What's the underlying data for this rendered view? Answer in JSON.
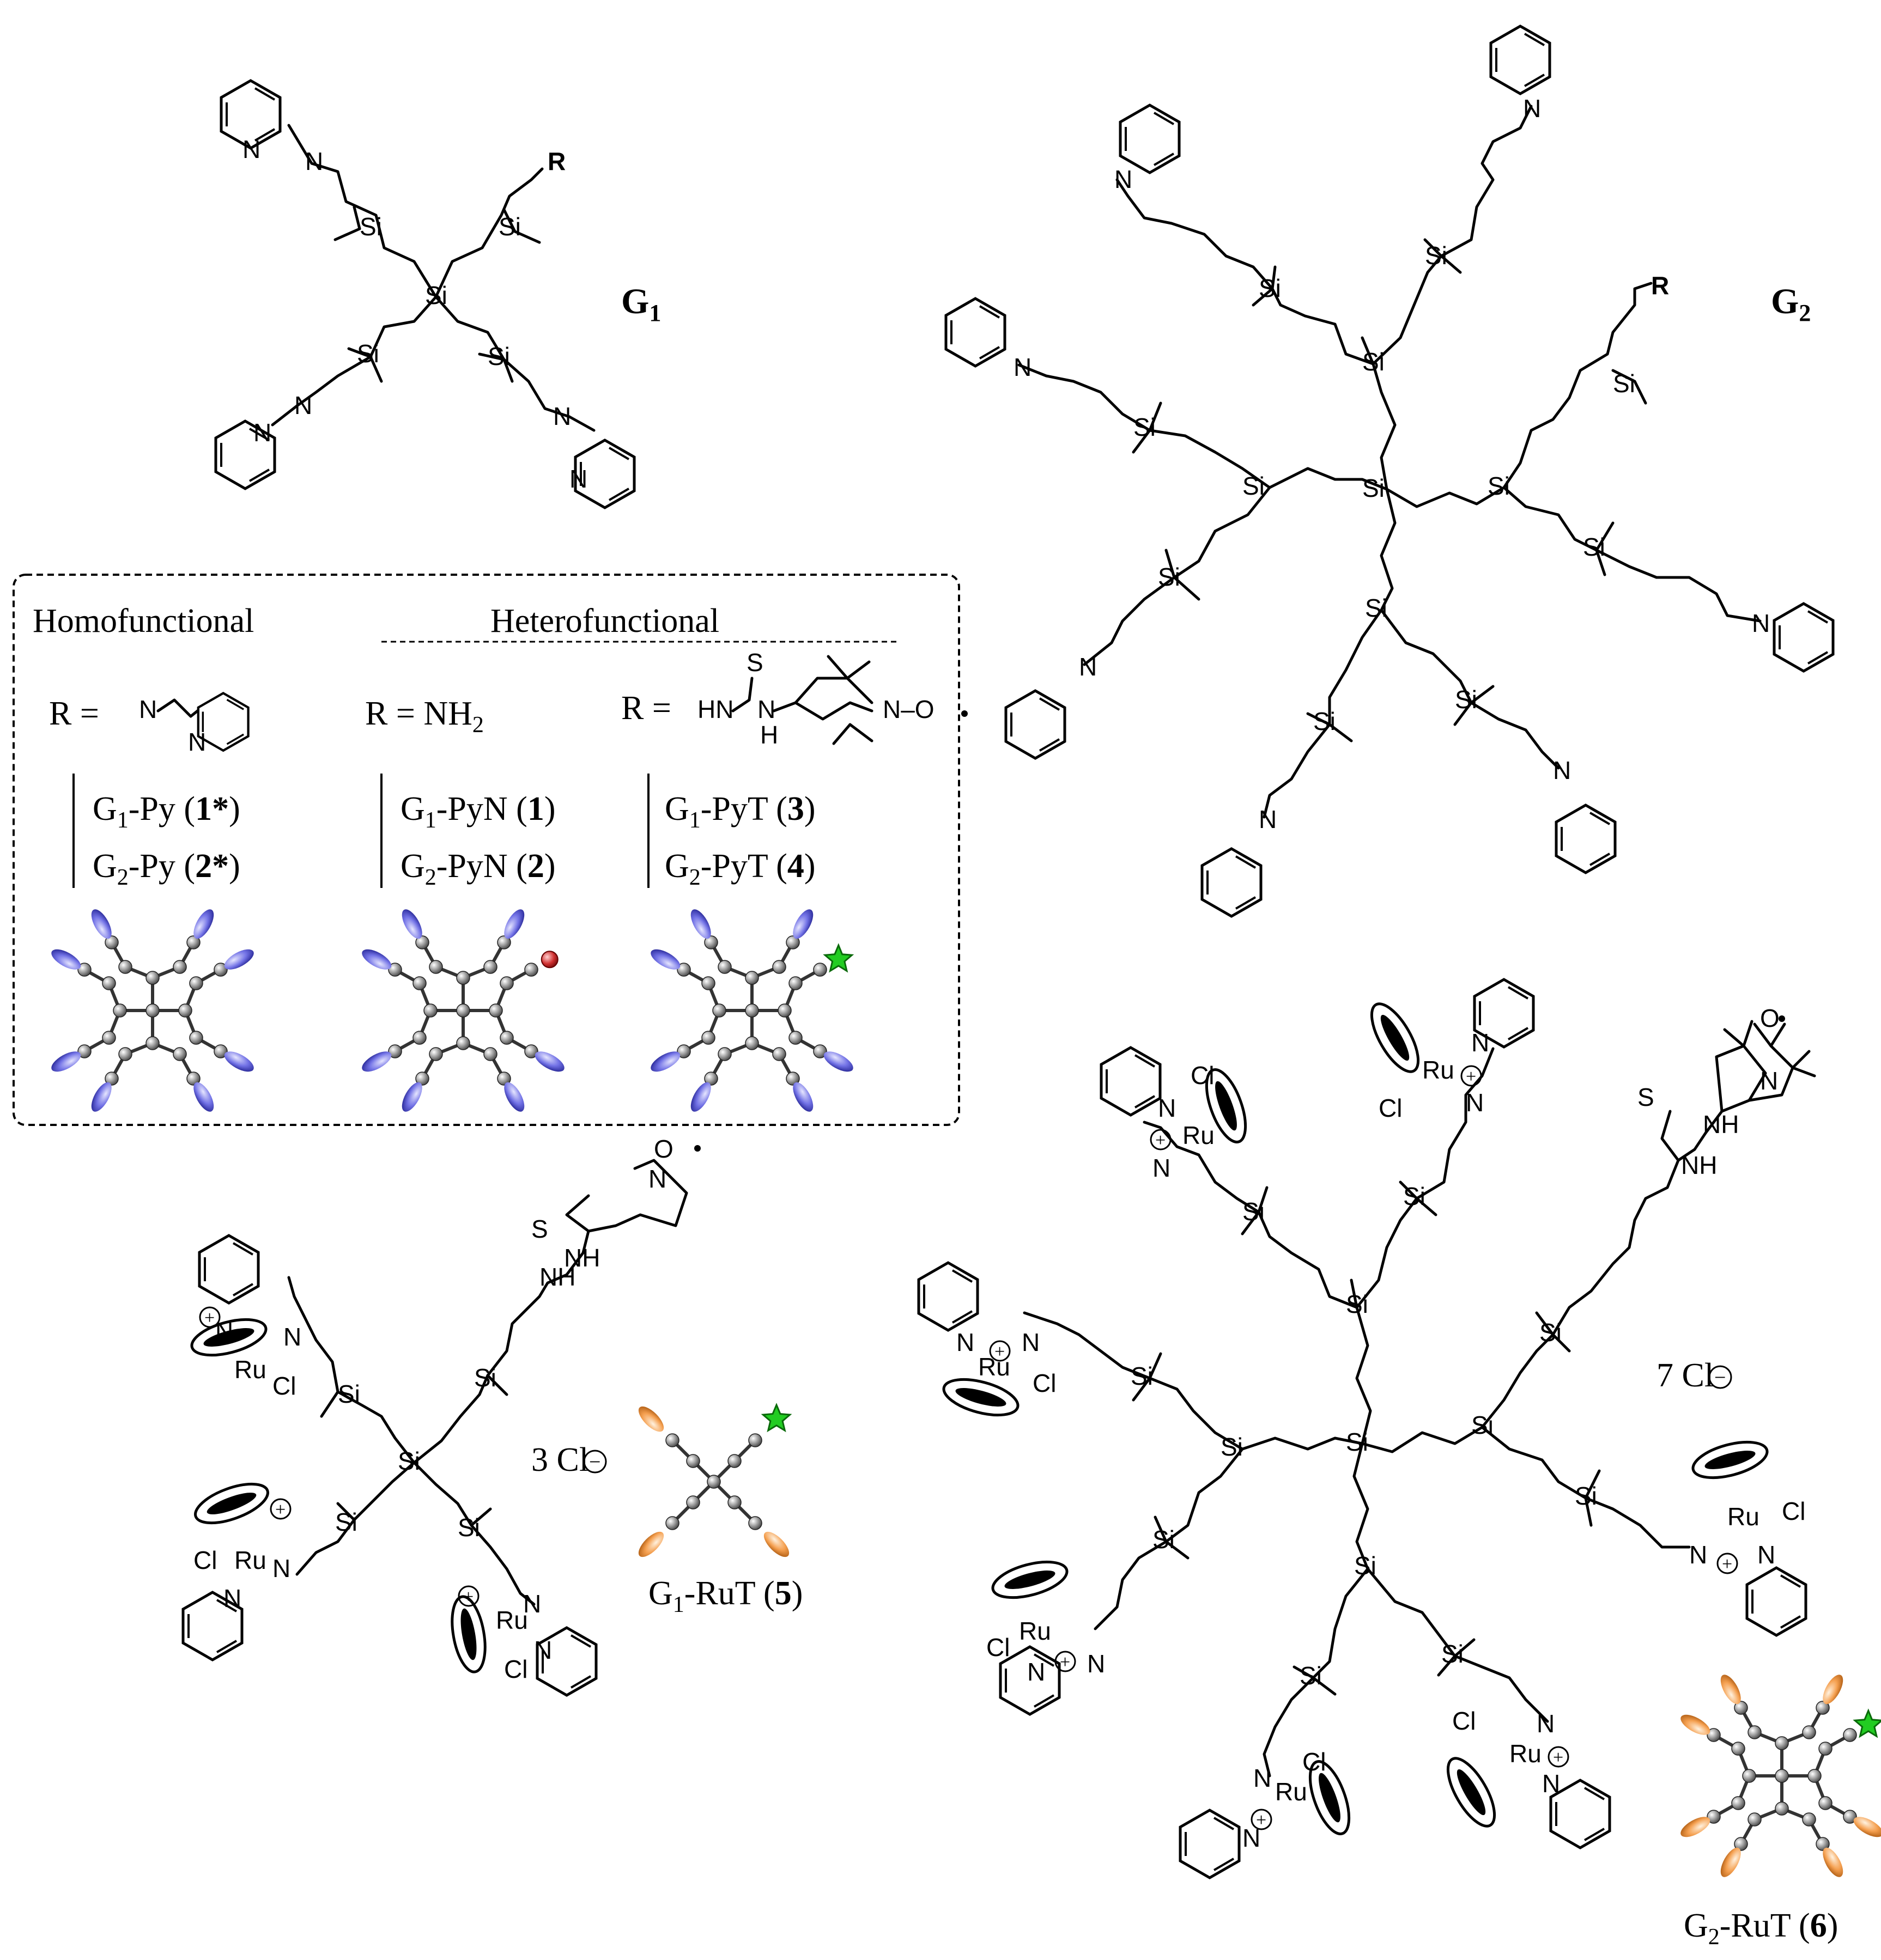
{
  "labels": {
    "g1": "G",
    "g1_sub": "1",
    "g2": "G",
    "g2_sub": "2",
    "homofunctional": "Homofunctional",
    "heterofunctional": "Heterofunctional",
    "r_eq": "R =",
    "r_nh2": "R = NH",
    "r_nh2_sub": "2",
    "r_eq_t": "R =",
    "thio_hn": "HN",
    "thio_nh": "N",
    "thio_h": "H",
    "thio_s": "S",
    "thio_no": "N–O",
    "r_symbol": "R",
    "cl3": "3 Cl",
    "cl7": "7 Cl",
    "minus": "−",
    "plus": "+"
  },
  "compounds": {
    "g1py": {
      "prefix": "G",
      "sub": "1",
      "name": "-Py (",
      "num": "1*",
      "close": ")"
    },
    "g2py": {
      "prefix": "G",
      "sub": "2",
      "name": "-Py (",
      "num": "2*",
      "close": ")"
    },
    "g1pyn": {
      "prefix": "G",
      "sub": "1",
      "name": "-PyN (",
      "num": "1",
      "close": ")"
    },
    "g2pyn": {
      "prefix": "G",
      "sub": "2",
      "name": "-PyN (",
      "num": "2",
      "close": ")"
    },
    "g1pyt": {
      "prefix": "G",
      "sub": "1",
      "name": "-PyT (",
      "num": "3",
      "close": ")"
    },
    "g2pyt": {
      "prefix": "G",
      "sub": "2",
      "name": "-PyT (",
      "num": "4",
      "close": ")"
    },
    "g1rut": {
      "prefix": "G",
      "sub": "1",
      "name": "-RuT (",
      "num": "5",
      "close": ")"
    },
    "g2rut": {
      "prefix": "G",
      "sub": "2",
      "name": "-RuT (",
      "num": "6",
      "close": ")"
    }
  },
  "atoms": {
    "si": "Si",
    "n": "N",
    "ru": "Ru",
    "cl": "Cl",
    "o": "O",
    "s": "S",
    "nh": "NH"
  },
  "colors": {
    "pyridine_end": "#6b6be8",
    "amine_end": "#c0262b",
    "tempo_star": "#22cc22",
    "ru_end": "#f5a050",
    "core_bead": "#9a9a9a"
  }
}
